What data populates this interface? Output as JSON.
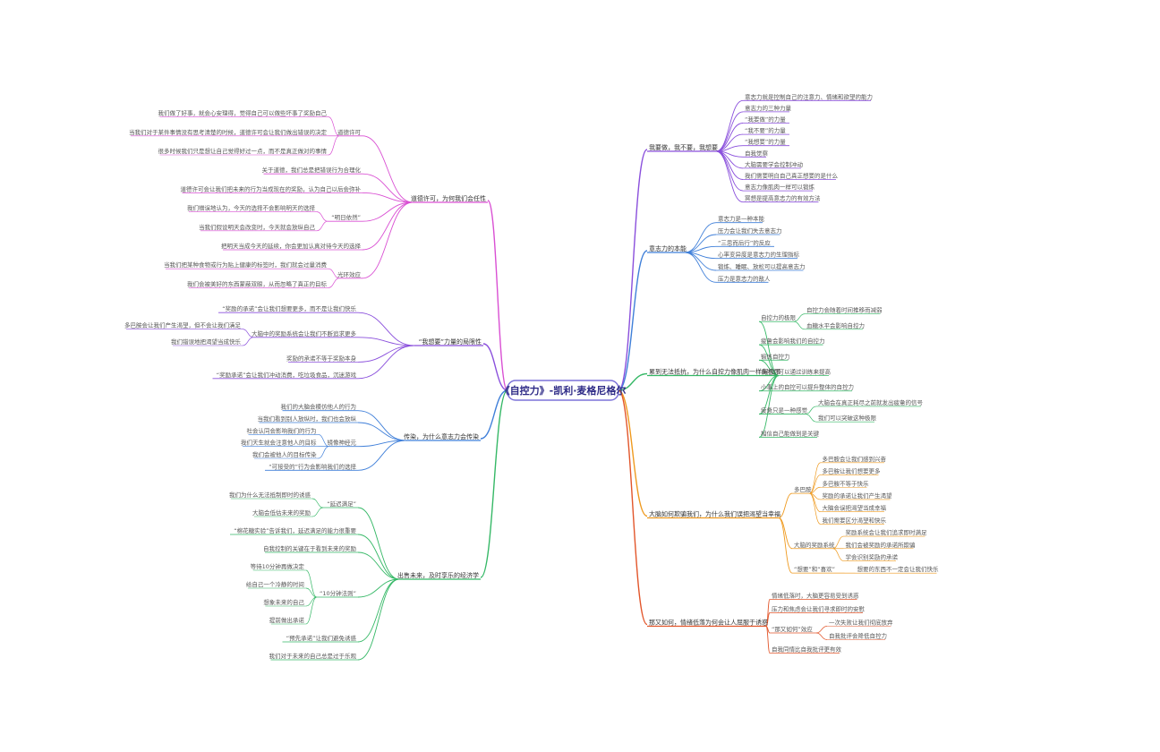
{
  "root": {
    "title": "《自控力》-凯利·麦格尼格尔"
  },
  "colors": {
    "pink": "#d94fd3",
    "purple": "#8a4fdc",
    "blue": "#3f7fd9",
    "green": "#35b866",
    "orange": "#ef9a1f",
    "red": "#e2552a",
    "root_border": "#7b72d8",
    "root_fill": "#ffffff"
  },
  "left": [
    {
      "id": "L1",
      "color": "pink",
      "label": "道德许可，为何我们会任性",
      "children": [
        {
          "label": "道德许可",
          "children": [
            {
              "label": "我们做了好事，就会心安理得，觉得自己可以做些坏事了奖励自己"
            },
            {
              "label": "当我们对于某件事情没有思考清楚的时候，道德许可会让我们做出错误的决定"
            },
            {
              "label": "很多时候我们只是想让自己觉得好过一点，而不是真正做对的事情"
            }
          ]
        },
        {
          "label": "关于道德，我们总是把错误行为合理化"
        },
        {
          "label": "道德许可会让我们把未来的行为当成现在的奖励，认为自己以后会弥补"
        },
        {
          "label": "“明日依然”",
          "children": [
            {
              "label": "我们错误地认为，今天的选择不会影响明天的选择"
            },
            {
              "label": "当我们假设明天会改变时，今天就会放纵自己"
            }
          ]
        },
        {
          "label": "把明天当成今天的延续，你会更加认真对待今天的选择"
        },
        {
          "label": "光环效应",
          "children": [
            {
              "label": "当我们把某种食物或行为贴上健康的标签时，我们就会过量消费"
            },
            {
              "label": "我们会被美好的东西蒙蔽双眼，从而忽略了真正的目标"
            }
          ]
        }
      ]
    },
    {
      "id": "L2",
      "color": "purple",
      "label": "“我想要”力量的局限性",
      "children": [
        {
          "label": "“奖励的承诺”会让我们想要更多，而不是让我们快乐"
        },
        {
          "label": "大脑中的奖励系统会让我们不断追求更多",
          "children": [
            {
              "label": "多巴胺会让我们产生渴望，但不会让我们满足"
            },
            {
              "label": "我们错误地把渴望当成快乐"
            }
          ]
        },
        {
          "label": "奖励的承诺不等于奖励本身"
        },
        {
          "label": "“奖励承诺”会让我们冲动消费，吃垃圾食品，沉迷游戏"
        }
      ]
    },
    {
      "id": "L3",
      "color": "blue",
      "label": "传染，为什么意志力会传染",
      "children": [
        {
          "label": "我们的大脑会模仿他人的行为"
        },
        {
          "label": "当我们看到别人放纵时，我们也会放纵"
        },
        {
          "label": "镜像神经元",
          "children": [
            {
              "label": "社会认同会影响我们的行为"
            },
            {
              "label": "我们天生就会注意他人的目标"
            },
            {
              "label": "我们会被他人的目标传染"
            }
          ]
        },
        {
          "label": "“可接受的”行为会影响我们的选择"
        }
      ]
    },
    {
      "id": "L4",
      "color": "green",
      "label": "出售未来，及时享乐的经济学",
      "children": [
        {
          "label": "“延迟满足”",
          "children": [
            {
              "label": "我们为什么无法抵制即时的诱惑"
            },
            {
              "label": "大脑会低估未来的奖励"
            }
          ]
        },
        {
          "label": "“棉花糖实验”告诉我们，延迟满足的能力很重要"
        },
        {
          "label": "自我控制的关键在于看到未来的奖励"
        },
        {
          "label": "“10分钟法则”",
          "children": [
            {
              "label": "等待10分钟再做决定"
            },
            {
              "label": "给自己一个冷静的时间"
            },
            {
              "label": "想象未来的自己"
            },
            {
              "label": "提前做出承诺"
            }
          ]
        },
        {
          "label": "“预先承诺”让我们避免诱惑"
        },
        {
          "label": "我们对于未来的自己总是过于乐观"
        }
      ]
    }
  ],
  "right": [
    {
      "id": "R1",
      "color": "purple",
      "label": "我要做，我不要，我想要",
      "children": [
        {
          "label": "意志力就是控制自己的注意力、情绪和欲望的能力"
        },
        {
          "label": "意志力的三种力量"
        },
        {
          "label": "“我要做”的力量"
        },
        {
          "label": "“我不要”的力量"
        },
        {
          "label": "“我想要”的力量"
        },
        {
          "label": "自我觉察"
        },
        {
          "label": "大脑需要学会控制冲动"
        },
        {
          "label": "我们需要明白自己真正想要的是什么"
        },
        {
          "label": "意志力像肌肉一样可以锻炼"
        },
        {
          "label": "冥想是提高意志力的有效方法"
        }
      ]
    },
    {
      "id": "R2",
      "color": "blue",
      "label": "意志力的本能",
      "children": [
        {
          "label": "意志力是一种本能"
        },
        {
          "label": "压力会让我们失去意志力"
        },
        {
          "label": "“三思而后行”的反应"
        },
        {
          "label": "心率变异度是意志力的生理指标"
        },
        {
          "label": "锻炼、睡眠、放松可以提高意志力"
        },
        {
          "label": "压力是意志力的敌人"
        }
      ]
    },
    {
      "id": "R3",
      "color": "green",
      "label": "累到无法抵抗，为什么自控力像肌肉一样有极限",
      "children": [
        {
          "label": "自控力的极限",
          "children": [
            {
              "label": "自控力会随着时间推移而减弱"
            },
            {
              "label": "血糖水平会影响自控力"
            }
          ]
        },
        {
          "label": "疲惫会影响我们的自控力"
        },
        {
          "label": "锻炼自控力"
        },
        {
          "label": "自控力可以通过训练来提高"
        },
        {
          "label": "小事上的自控可以提升整体的自控力"
        },
        {
          "label": "疲惫只是一种感觉",
          "children": [
            {
              "label": "大脑会在真正耗尽之前就发出疲惫的信号"
            },
            {
              "label": "我们可以突破这种极限"
            }
          ]
        },
        {
          "label": "相信自己能做到是关键"
        }
      ]
    },
    {
      "id": "R4",
      "color": "orange",
      "label": "大脑如何欺骗我们，为什么我们误把渴望当幸福",
      "children": [
        {
          "label": "多巴胺",
          "children": [
            {
              "label": "多巴胺会让我们感到兴奋"
            },
            {
              "label": "多巴胺让我们想要更多"
            },
            {
              "label": "多巴胺不等于快乐"
            },
            {
              "label": "奖励的承诺让我们产生渴望"
            },
            {
              "label": "大脑会误把渴望当成幸福"
            },
            {
              "label": "我们需要区分渴望和快乐"
            }
          ]
        },
        {
          "label": "大脑的奖励系统",
          "children": [
            {
              "label": "奖励系统会让我们追求即时满足"
            },
            {
              "label": "我们会被奖励的承诺所欺骗"
            },
            {
              "label": "学会识别奖励的承诺"
            }
          ]
        },
        {
          "label": "“想要”和“喜欢”",
          "children": [
            {
              "label": "想要的东西不一定会让我们快乐"
            }
          ]
        }
      ]
    },
    {
      "id": "R5",
      "color": "red",
      "label": "那又如何，情绪低落为何会让人屈服于诱惑",
      "children": [
        {
          "label": "情绪低落时，大脑更容易受到诱惑"
        },
        {
          "label": "压力和焦虑会让我们寻求即时的安慰"
        },
        {
          "label": "“那又如何”效应",
          "children": [
            {
              "label": "一次失败让我们彻底放弃"
            },
            {
              "label": "自我批评会降低自控力"
            }
          ]
        },
        {
          "label": "自我同情比自我批评更有效"
        }
      ]
    }
  ]
}
